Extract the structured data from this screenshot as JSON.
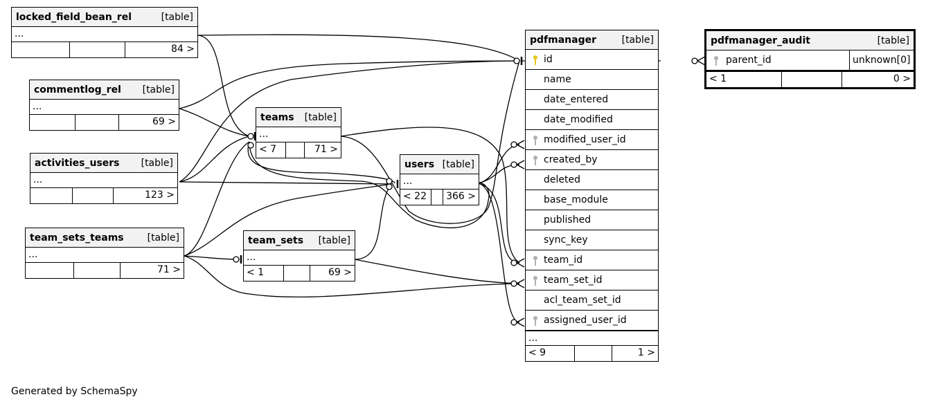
{
  "footer_text": "Generated by SchemaSpy",
  "tables": {
    "locked_field_bean_rel": {
      "name": "locked_field_bean_rel",
      "type": "[table]",
      "more": "...",
      "parents": "",
      "children": "84 >"
    },
    "commentlog_rel": {
      "name": "commentlog_rel",
      "type": "[table]",
      "more": "...",
      "parents": "",
      "children": "69 >"
    },
    "activities_users": {
      "name": "activities_users",
      "type": "[table]",
      "more": "...",
      "parents": "",
      "children": "123 >"
    },
    "team_sets_teams": {
      "name": "team_sets_teams",
      "type": "[table]",
      "more": "...",
      "parents": "",
      "children": "71 >"
    },
    "teams": {
      "name": "teams",
      "type": "[table]",
      "more": "...",
      "parents": "< 7",
      "children": "71 >"
    },
    "team_sets": {
      "name": "team_sets",
      "type": "[table]",
      "more": "...",
      "parents": "< 1",
      "children": "69 >"
    },
    "users": {
      "name": "users",
      "type": "[table]",
      "more": "...",
      "parents": "< 22",
      "children": "366 >"
    },
    "pdfmanager": {
      "name": "pdfmanager",
      "type": "[table]",
      "columns": [
        {
          "name": "id",
          "key": "primary"
        },
        {
          "name": "name",
          "key": ""
        },
        {
          "name": "date_entered",
          "key": ""
        },
        {
          "name": "date_modified",
          "key": ""
        },
        {
          "name": "modified_user_id",
          "key": "foreign"
        },
        {
          "name": "created_by",
          "key": "foreign"
        },
        {
          "name": "deleted",
          "key": ""
        },
        {
          "name": "base_module",
          "key": ""
        },
        {
          "name": "published",
          "key": ""
        },
        {
          "name": "sync_key",
          "key": ""
        },
        {
          "name": "team_id",
          "key": "foreign"
        },
        {
          "name": "team_set_id",
          "key": "foreign"
        },
        {
          "name": "acl_team_set_id",
          "key": ""
        },
        {
          "name": "assigned_user_id",
          "key": "foreign"
        }
      ],
      "more": "...",
      "parents": "< 9",
      "children": "1 >"
    },
    "pdfmanager_audit": {
      "name": "pdfmanager_audit",
      "type": "[table]",
      "columns": [
        {
          "name": "parent_id",
          "key": "foreign",
          "type_label": "unknown[0]"
        }
      ],
      "parents": "< 1",
      "children": "0 >"
    }
  },
  "colors": {
    "primary_key": "#e6c619",
    "foreign_key": "#b0b0b0",
    "header_bg": "#f2f2f2",
    "line": "#000000"
  }
}
